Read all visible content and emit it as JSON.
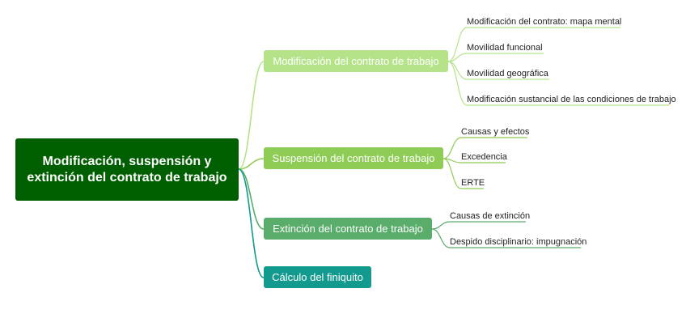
{
  "root": {
    "title": "Modificación, suspensión y\nextinción del contrato de trabajo",
    "color": "#005f00"
  },
  "branches": [
    {
      "label": "Modificación del contrato de trabajo",
      "color": "#b5e38a",
      "line_color": "#b5e38a",
      "leaves": [
        "Modificación del contrato: mapa mental",
        "Movilidad funcional",
        "Movilidad geográfica",
        "Modificación sustancial de las condiciones de trabajo"
      ]
    },
    {
      "label": "Suspensión del contrato de trabajo",
      "color": "#8fcc55",
      "line_color": "#8fcc55",
      "leaves": [
        "Causas y efectos",
        "Excedencia",
        "ERTE"
      ]
    },
    {
      "label": "Extinción del contrato de trabajo",
      "color": "#5aac6b",
      "line_color": "#5aac6b",
      "leaves": [
        "Causas de extinción",
        "Despido disciplinario: impugnación"
      ]
    },
    {
      "label": "Cálculo del finiquito",
      "color": "#129a8e",
      "line_color": "#129a8e",
      "leaves": []
    }
  ]
}
